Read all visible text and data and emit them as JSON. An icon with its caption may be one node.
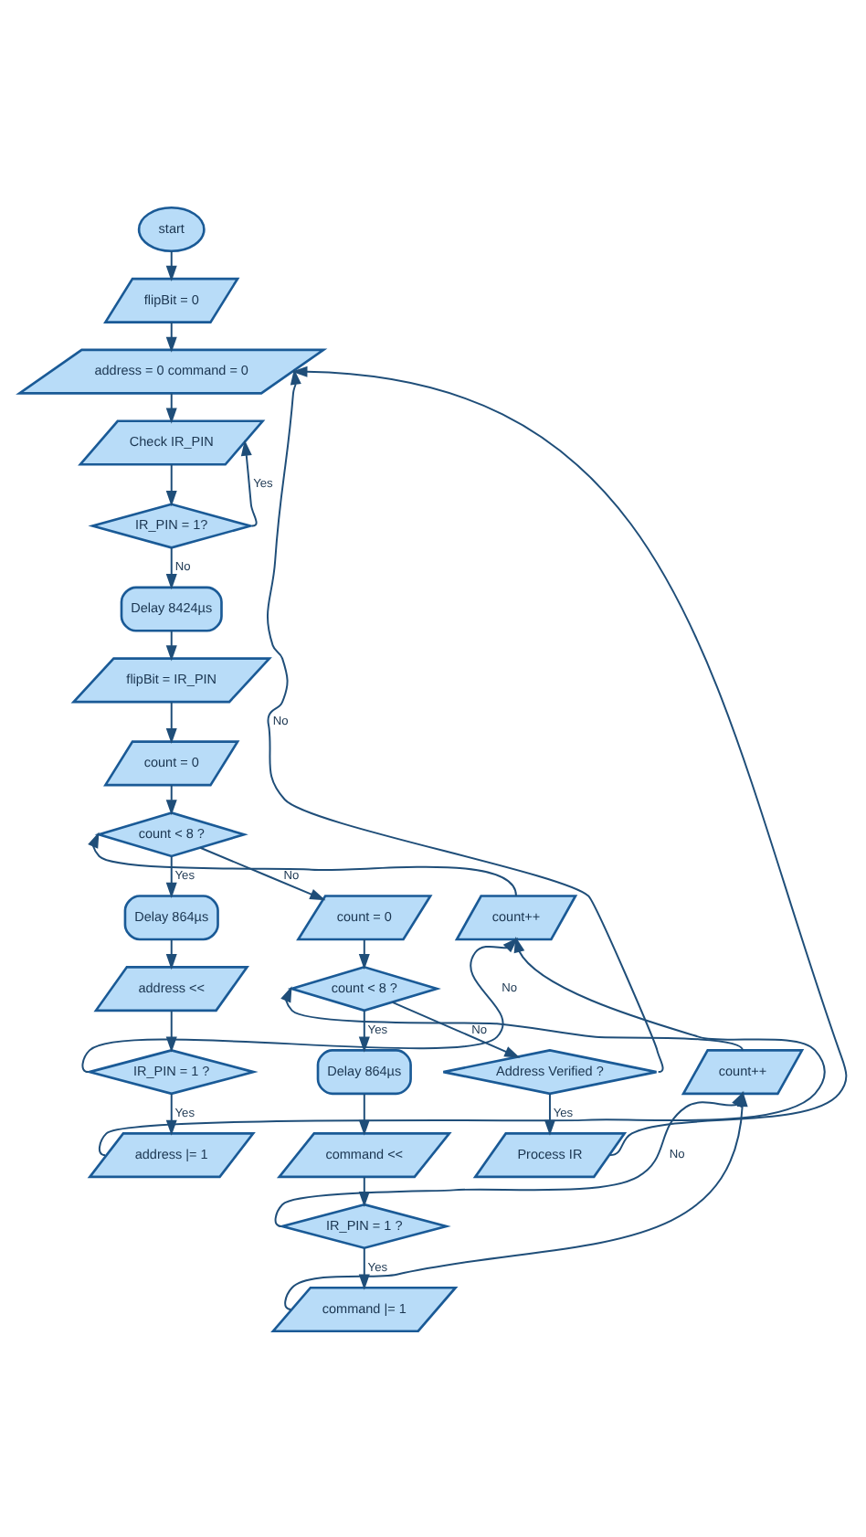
{
  "diagram": {
    "nodes": [
      {
        "text": [
          "start"
        ]
      },
      {
        "text": [
          "flipBit = 0"
        ]
      },
      {
        "text": [
          "address = 0 command = 0"
        ]
      },
      {
        "text": [
          "Check IR_PIN"
        ]
      },
      {
        "text": [
          "IR_PIN = 1?"
        ]
      },
      {
        "text": [
          "Delay 8424µs"
        ]
      },
      {
        "text": [
          "flipBit = IR_PIN"
        ]
      },
      {
        "text": [
          "count = 0"
        ]
      },
      {
        "text": [
          "count < 8 ?"
        ]
      },
      {
        "text": [
          "count++"
        ]
      },
      {
        "text": [
          "Delay 864µs"
        ]
      },
      {
        "text": [
          "address <<"
        ]
      },
      {
        "text": [
          "IR_PIN = 1 ?"
        ]
      },
      {
        "text": [
          "address |= 1"
        ]
      },
      {
        "text": [
          "count = 0"
        ]
      },
      {
        "text": [
          "count < 8 ?"
        ]
      },
      {
        "text": [
          "count++"
        ]
      },
      {
        "text": [
          "Delay 864µs"
        ]
      },
      {
        "text": [
          "command <<"
        ]
      },
      {
        "text": [
          "IR_PIN = 1 ?"
        ]
      },
      {
        "text": [
          "command |= 1"
        ]
      },
      {
        "text": [
          "Address Verified ?"
        ]
      },
      {
        "text": [
          "Process IR"
        ]
      }
    ],
    "edges": [
      {
        "from": 0,
        "to": 1,
        "arrow": "to"
      },
      {
        "from": 1,
        "to": 2,
        "arrow": "to"
      },
      {
        "from": 2,
        "to": 3,
        "arrow": "to"
      },
      {
        "from": 3,
        "to": 4,
        "arrow": "to"
      },
      {
        "from": 4,
        "to": 3,
        "arrow": "to",
        "label": "Yes"
      },
      {
        "from": 4,
        "to": 5,
        "arrow": "to",
        "label": "No"
      },
      {
        "from": 5,
        "to": 6,
        "arrow": "to"
      },
      {
        "from": 6,
        "to": 7,
        "arrow": "to"
      },
      {
        "from": 7,
        "to": 8,
        "arrow": "to"
      },
      {
        "from": 8,
        "to": 10,
        "arrow": "to",
        "label": "Yes"
      },
      {
        "from": 8,
        "to": 14,
        "arrow": "to",
        "label": "No"
      },
      {
        "from": 10,
        "to": 11,
        "arrow": "to"
      },
      {
        "from": 11,
        "to": 12,
        "arrow": "to"
      },
      {
        "from": 12,
        "to": 13,
        "arrow": "to",
        "label": "Yes"
      },
      {
        "from": 12,
        "to": 9,
        "arrow": "to",
        "label": "No"
      },
      {
        "from": 13,
        "to": 9,
        "arrow": "to"
      },
      {
        "from": 9,
        "to": 8,
        "arrow": "to"
      },
      {
        "from": 14,
        "to": 15,
        "arrow": "to"
      },
      {
        "from": 15,
        "to": 17,
        "arrow": "to",
        "label": "Yes"
      },
      {
        "from": 15,
        "to": 21,
        "arrow": "to",
        "label": "No"
      },
      {
        "from": 17,
        "to": 18,
        "arrow": "to"
      },
      {
        "from": 18,
        "to": 19,
        "arrow": "to"
      },
      {
        "from": 19,
        "to": 20,
        "arrow": "to",
        "label": "Yes"
      },
      {
        "from": 19,
        "to": 16,
        "arrow": "to",
        "label": "No"
      },
      {
        "from": 20,
        "to": 16,
        "arrow": "to"
      },
      {
        "from": 16,
        "to": 15,
        "arrow": "to"
      },
      {
        "from": 21,
        "to": 22,
        "arrow": "to",
        "label": "Yes"
      },
      {
        "from": 21,
        "to": 2,
        "arrow": "to",
        "label": "No"
      },
      {
        "from": 22,
        "to": 2,
        "arrow": "to"
      }
    ]
  }
}
